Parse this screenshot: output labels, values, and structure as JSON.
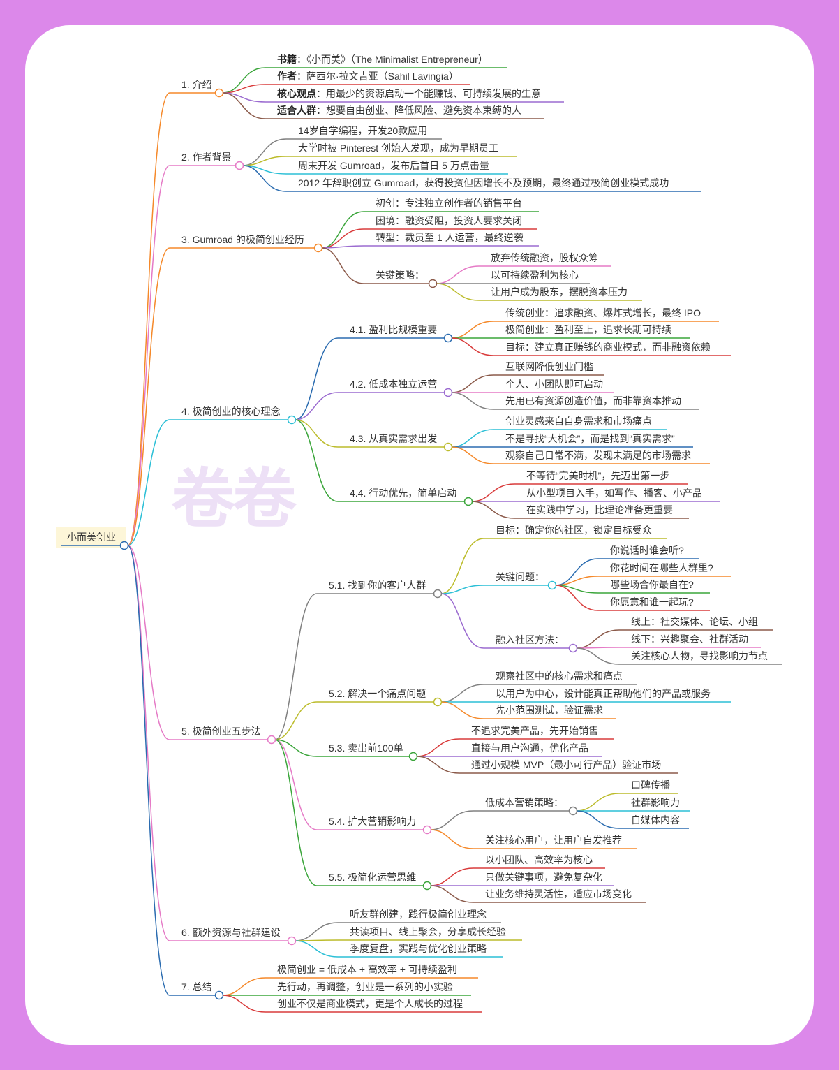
{
  "watermark": "卷卷",
  "mindmap": {
    "label": "小而美创业",
    "color": "#2b6cb0",
    "children": [
      {
        "label": "1. 介绍",
        "color": "#f5892a",
        "children": [
          {
            "bold": "书籍",
            "label": "：《小而美》（The Minimalist Entrepreneur）",
            "color": "#3aa53a"
          },
          {
            "bold": "作者",
            "label": "：萨西尔·拉文吉亚（Sahil Lavingia）",
            "color": "#d93b3b"
          },
          {
            "bold": "核心观点",
            "label": "：用最少的资源启动一个能赚钱、可持续发展的生意",
            "color": "#9b6bd0"
          },
          {
            "bold": "适合人群",
            "label": "：想要自由创业、降低风险、避免资本束缚的人",
            "color": "#8b5a4a"
          }
        ]
      },
      {
        "label": "2. 作者背景",
        "color": "#e57ac6",
        "children": [
          {
            "label": "14岁自学编程，开发20款应用",
            "color": "#808080"
          },
          {
            "label": "大学时被 Pinterest 创始人发现，成为早期员工",
            "color": "#bcbc2c"
          },
          {
            "label": "周末开发 Gumroad，发布后首日 5 万点击量",
            "color": "#2bbfd6"
          },
          {
            "label": "2012 年辞职创立 Gumroad，获得投资但因增长不及预期，最终通过极简创业模式成功",
            "color": "#2b6cb0"
          }
        ]
      },
      {
        "label": "3. Gumroad 的极简创业经历",
        "color": "#f5892a",
        "children": [
          {
            "label": "初创：专注独立创作者的销售平台",
            "color": "#3aa53a"
          },
          {
            "label": "困境：融资受阻，投资人要求关闭",
            "color": "#d93b3b"
          },
          {
            "label": "转型：裁员至 1 人运营，最终逆袭",
            "color": "#9b6bd0"
          },
          {
            "label": "关键策略：",
            "color": "#8b5a4a",
            "children": [
              {
                "label": "放弃传统融资，股权众筹",
                "color": "#e57ac6"
              },
              {
                "label": "以可持续盈利为核心",
                "color": "#808080"
              },
              {
                "label": "让用户成为股东，摆脱资本压力",
                "color": "#bcbc2c"
              }
            ]
          }
        ]
      },
      {
        "label": "4. 极简创业的核心理念",
        "color": "#2bbfd6",
        "children": [
          {
            "label": "4.1. 盈利比规模重要",
            "color": "#2b6cb0",
            "children": [
              {
                "label": "传统创业：追求融资、爆炸式增长，最终 IPO",
                "color": "#f5892a"
              },
              {
                "label": "极简创业：盈利至上，追求长期可持续",
                "color": "#3aa53a"
              },
              {
                "label": "目标：建立真正赚钱的商业模式，而非融资依赖",
                "color": "#d93b3b"
              }
            ]
          },
          {
            "label": "4.2. 低成本独立运营",
            "color": "#9b6bd0",
            "children": [
              {
                "label": "互联网降低创业门槛",
                "color": "#8b5a4a"
              },
              {
                "label": "个人、小团队即可启动",
                "color": "#e57ac6"
              },
              {
                "label": "先用已有资源创造价值，而非靠资本推动",
                "color": "#808080"
              }
            ]
          },
          {
            "label": "4.3. 从真实需求出发",
            "color": "#bcbc2c",
            "children": [
              {
                "label": "创业灵感来自自身需求和市场痛点",
                "color": "#2bbfd6"
              },
              {
                "label": "不是寻找“大机会”，而是找到“真实需求”",
                "color": "#2b6cb0"
              },
              {
                "label": "观察自己日常不满，发现未满足的市场需求",
                "color": "#f5892a"
              }
            ]
          },
          {
            "label": "4.4. 行动优先，简单启动",
            "color": "#3aa53a",
            "children": [
              {
                "label": "不等待“完美时机”，先迈出第一步",
                "color": "#d93b3b"
              },
              {
                "label": "从小型项目入手，如写作、播客、小产品",
                "color": "#9b6bd0"
              },
              {
                "label": "在实践中学习，比理论准备更重要",
                "color": "#8b5a4a"
              }
            ]
          }
        ]
      },
      {
        "label": "5. 极简创业五步法",
        "color": "#e57ac6",
        "children": [
          {
            "label": "5.1. 找到你的客户人群",
            "color": "#808080",
            "children": [
              {
                "label": "目标：确定你的社区，锁定目标受众",
                "color": "#bcbc2c"
              },
              {
                "label": "关键问题：",
                "color": "#2bbfd6",
                "children": [
                  {
                    "label": "你说话时谁会听?",
                    "color": "#2b6cb0"
                  },
                  {
                    "label": "你花时间在哪些人群里?",
                    "color": "#f5892a"
                  },
                  {
                    "label": "哪些场合你最自在?",
                    "color": "#3aa53a"
                  },
                  {
                    "label": "你愿意和谁一起玩?",
                    "color": "#d93b3b"
                  }
                ]
              },
              {
                "label": "融入社区方法：",
                "color": "#9b6bd0",
                "children": [
                  {
                    "label": "线上：社交媒体、论坛、小组",
                    "color": "#8b5a4a"
                  },
                  {
                    "label": "线下：兴趣聚会、社群活动",
                    "color": "#e57ac6"
                  },
                  {
                    "label": "关注核心人物，寻找影响力节点",
                    "color": "#808080"
                  }
                ]
              }
            ]
          },
          {
            "label": "5.2. 解决一个痛点问题",
            "color": "#bcbc2c",
            "children": [
              {
                "label": "观察社区中的核心需求和痛点",
                "color": "#808080"
              },
              {
                "label": "以用户为中心，设计能真正帮助他们的产品或服务",
                "color": "#2bbfd6"
              },
              {
                "label": "先小范围测试，验证需求",
                "color": "#f5892a"
              }
            ]
          },
          {
            "label": "5.3. 卖出前100单",
            "color": "#3aa53a",
            "children": [
              {
                "label": "不追求完美产品，先开始销售",
                "color": "#d93b3b"
              },
              {
                "label": "直接与用户沟通，优化产品",
                "color": "#9b6bd0"
              },
              {
                "label": "通过小规模 MVP（最小可行产品）验证市场",
                "color": "#8b5a4a"
              }
            ]
          },
          {
            "label": "5.4. 扩大营销影响力",
            "color": "#e57ac6",
            "children": [
              {
                "label": "低成本营销策略：",
                "color": "#808080",
                "children": [
                  {
                    "label": "口碑传播",
                    "color": "#bcbc2c"
                  },
                  {
                    "label": "社群影响力",
                    "color": "#2bbfd6"
                  },
                  {
                    "label": "自媒体内容",
                    "color": "#2b6cb0"
                  }
                ]
              },
              {
                "label": "关注核心用户，让用户自发推荐",
                "color": "#f5892a"
              }
            ]
          },
          {
            "label": "5.5. 极简化运营思维",
            "color": "#3aa53a",
            "children": [
              {
                "label": "以小团队、高效率为核心",
                "color": "#d93b3b"
              },
              {
                "label": "只做关键事项，避免复杂化",
                "color": "#9b6bd0"
              },
              {
                "label": "让业务维持灵活性，适应市场变化",
                "color": "#8b5a4a"
              }
            ]
          }
        ]
      },
      {
        "label": "6. 额外资源与社群建设",
        "color": "#e57ac6",
        "children": [
          {
            "label": "听友群创建，践行极简创业理念",
            "color": "#808080"
          },
          {
            "label": "共读项目、线上聚会，分享成长经验",
            "color": "#bcbc2c"
          },
          {
            "label": "季度复盘，实践与优化创业策略",
            "color": "#2bbfd6"
          }
        ]
      },
      {
        "label": "7. 总结",
        "color": "#2b6cb0",
        "children": [
          {
            "label": "极简创业 = 低成本 + 高效率 + 可持续盈利",
            "color": "#f5892a"
          },
          {
            "label": "先行动，再调整，创业是一系列的小实验",
            "color": "#3aa53a"
          },
          {
            "label": "创业不仅是商业模式，更是个人成长的过程",
            "color": "#d93b3b"
          }
        ]
      }
    ]
  }
}
